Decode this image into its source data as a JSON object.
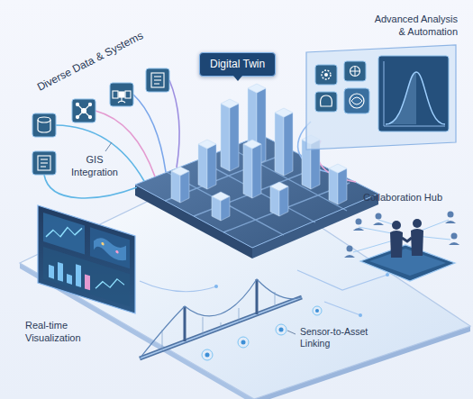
{
  "diagram": {
    "nodes": [
      {
        "text": [
          "Digital Twin"
        ]
      }
    ],
    "labels": [
      "Diverse Data & Systems",
      "Advanced Analysis & Automation",
      "GIS Integration",
      "Collaboration Hub",
      "Real-time Visualization",
      "Sensor-to-Asset Linking"
    ]
  }
}
